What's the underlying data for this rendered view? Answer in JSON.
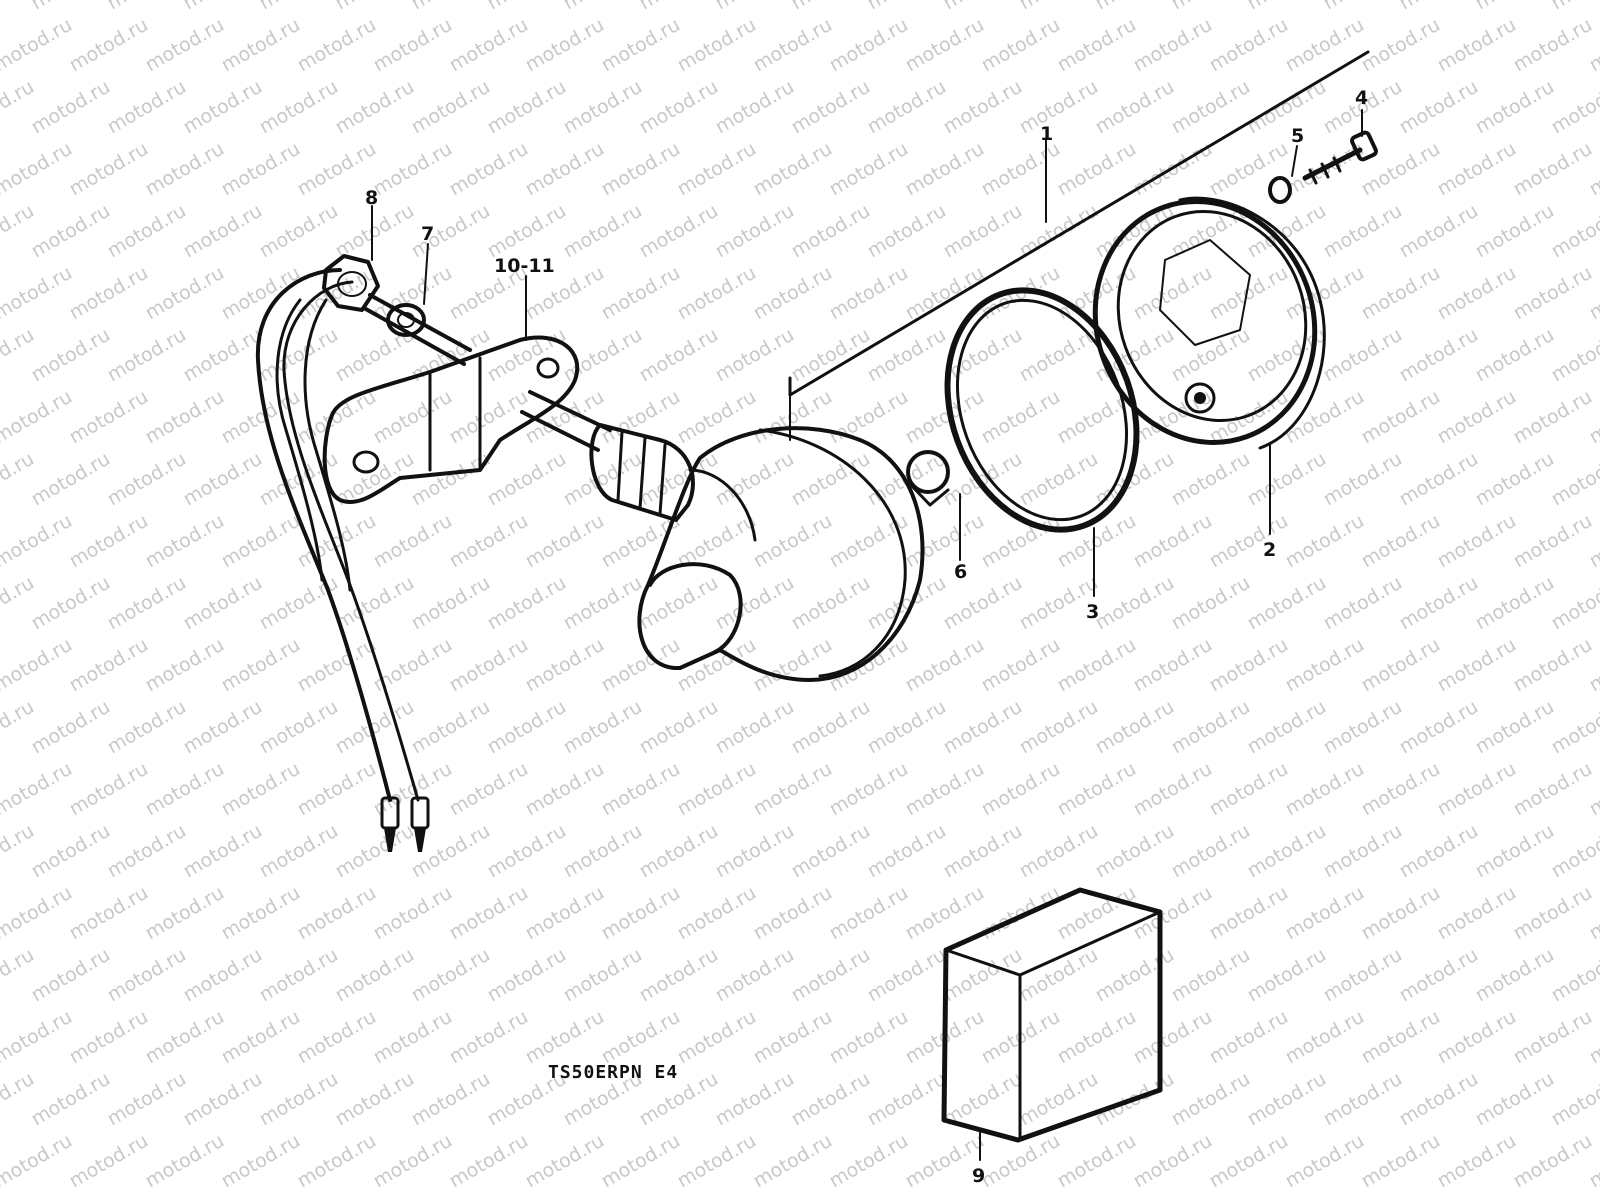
{
  "watermark": {
    "text": "motod.ru"
  },
  "model_code": "TS50ERPN E4",
  "callouts": {
    "p1": "1",
    "p2": "2",
    "p3": "3",
    "p4": "4",
    "p5": "5",
    "p6": "6",
    "p7": "7",
    "p8": "8",
    "p9": "9",
    "p10_11": "10-11"
  },
  "colors": {
    "ink": "#111111",
    "paper": "#ffffff",
    "watermark": "#c8c8c8"
  }
}
